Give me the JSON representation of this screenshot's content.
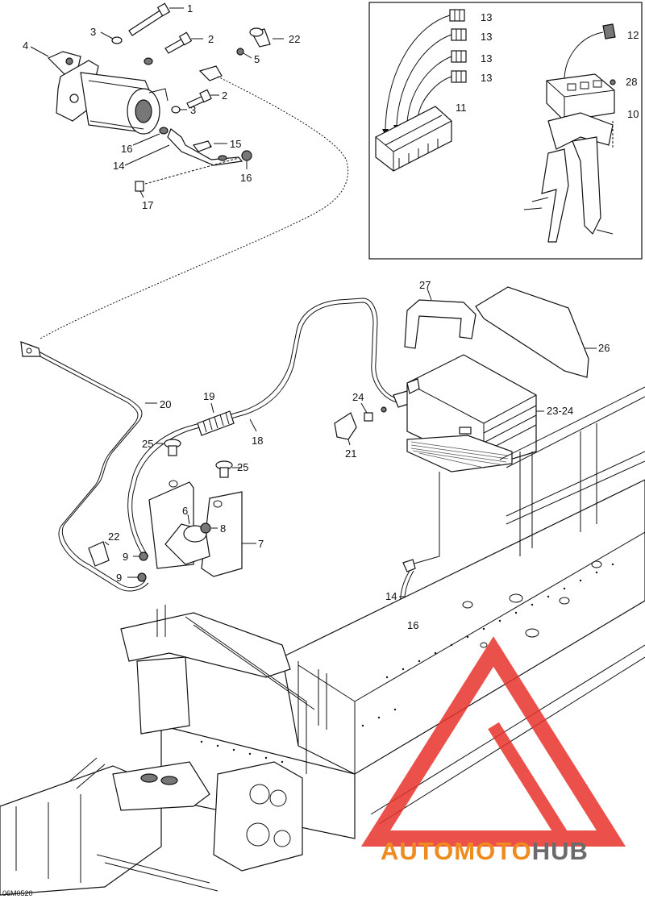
{
  "diagram": {
    "figure_code": "06M0520",
    "callouts": [
      {
        "id": "c1",
        "text": "1"
      },
      {
        "id": "c2a",
        "text": "2"
      },
      {
        "id": "c3a",
        "text": "3"
      },
      {
        "id": "c4",
        "text": "4"
      },
      {
        "id": "c22a",
        "text": "22"
      },
      {
        "id": "c5",
        "text": "5"
      },
      {
        "id": "c2b",
        "text": "2"
      },
      {
        "id": "c3b",
        "text": "3"
      },
      {
        "id": "c16a",
        "text": "16"
      },
      {
        "id": "c15",
        "text": "15"
      },
      {
        "id": "c14a",
        "text": "14"
      },
      {
        "id": "c16b",
        "text": "16"
      },
      {
        "id": "c17",
        "text": "17"
      },
      {
        "id": "c13a",
        "text": "13"
      },
      {
        "id": "c13b",
        "text": "13"
      },
      {
        "id": "c13c",
        "text": "13"
      },
      {
        "id": "c13d",
        "text": "13"
      },
      {
        "id": "c11",
        "text": "11"
      },
      {
        "id": "c12",
        "text": "12"
      },
      {
        "id": "c28",
        "text": "28"
      },
      {
        "id": "c10",
        "text": "10"
      },
      {
        "id": "c27",
        "text": "27"
      },
      {
        "id": "c26",
        "text": "26"
      },
      {
        "id": "c20",
        "text": "20"
      },
      {
        "id": "c19",
        "text": "19"
      },
      {
        "id": "c18",
        "text": "18"
      },
      {
        "id": "c24",
        "text": "24"
      },
      {
        "id": "c2324",
        "text": "23-24"
      },
      {
        "id": "c21",
        "text": "21"
      },
      {
        "id": "c25a",
        "text": "25"
      },
      {
        "id": "c25b",
        "text": "25"
      },
      {
        "id": "c6",
        "text": "6"
      },
      {
        "id": "c8",
        "text": "8"
      },
      {
        "id": "c7",
        "text": "7"
      },
      {
        "id": "c22b",
        "text": "22"
      },
      {
        "id": "c9a",
        "text": "9"
      },
      {
        "id": "c9b",
        "text": "9"
      },
      {
        "id": "c14b",
        "text": "14"
      },
      {
        "id": "c16c",
        "text": "16"
      }
    ]
  },
  "watermark": {
    "text_part1": "AUTOMOTO",
    "text_part2": "HUB",
    "color_red": "#e8322b",
    "color_orange": "#ef8a1e",
    "color_gray": "#6b6b6b"
  }
}
